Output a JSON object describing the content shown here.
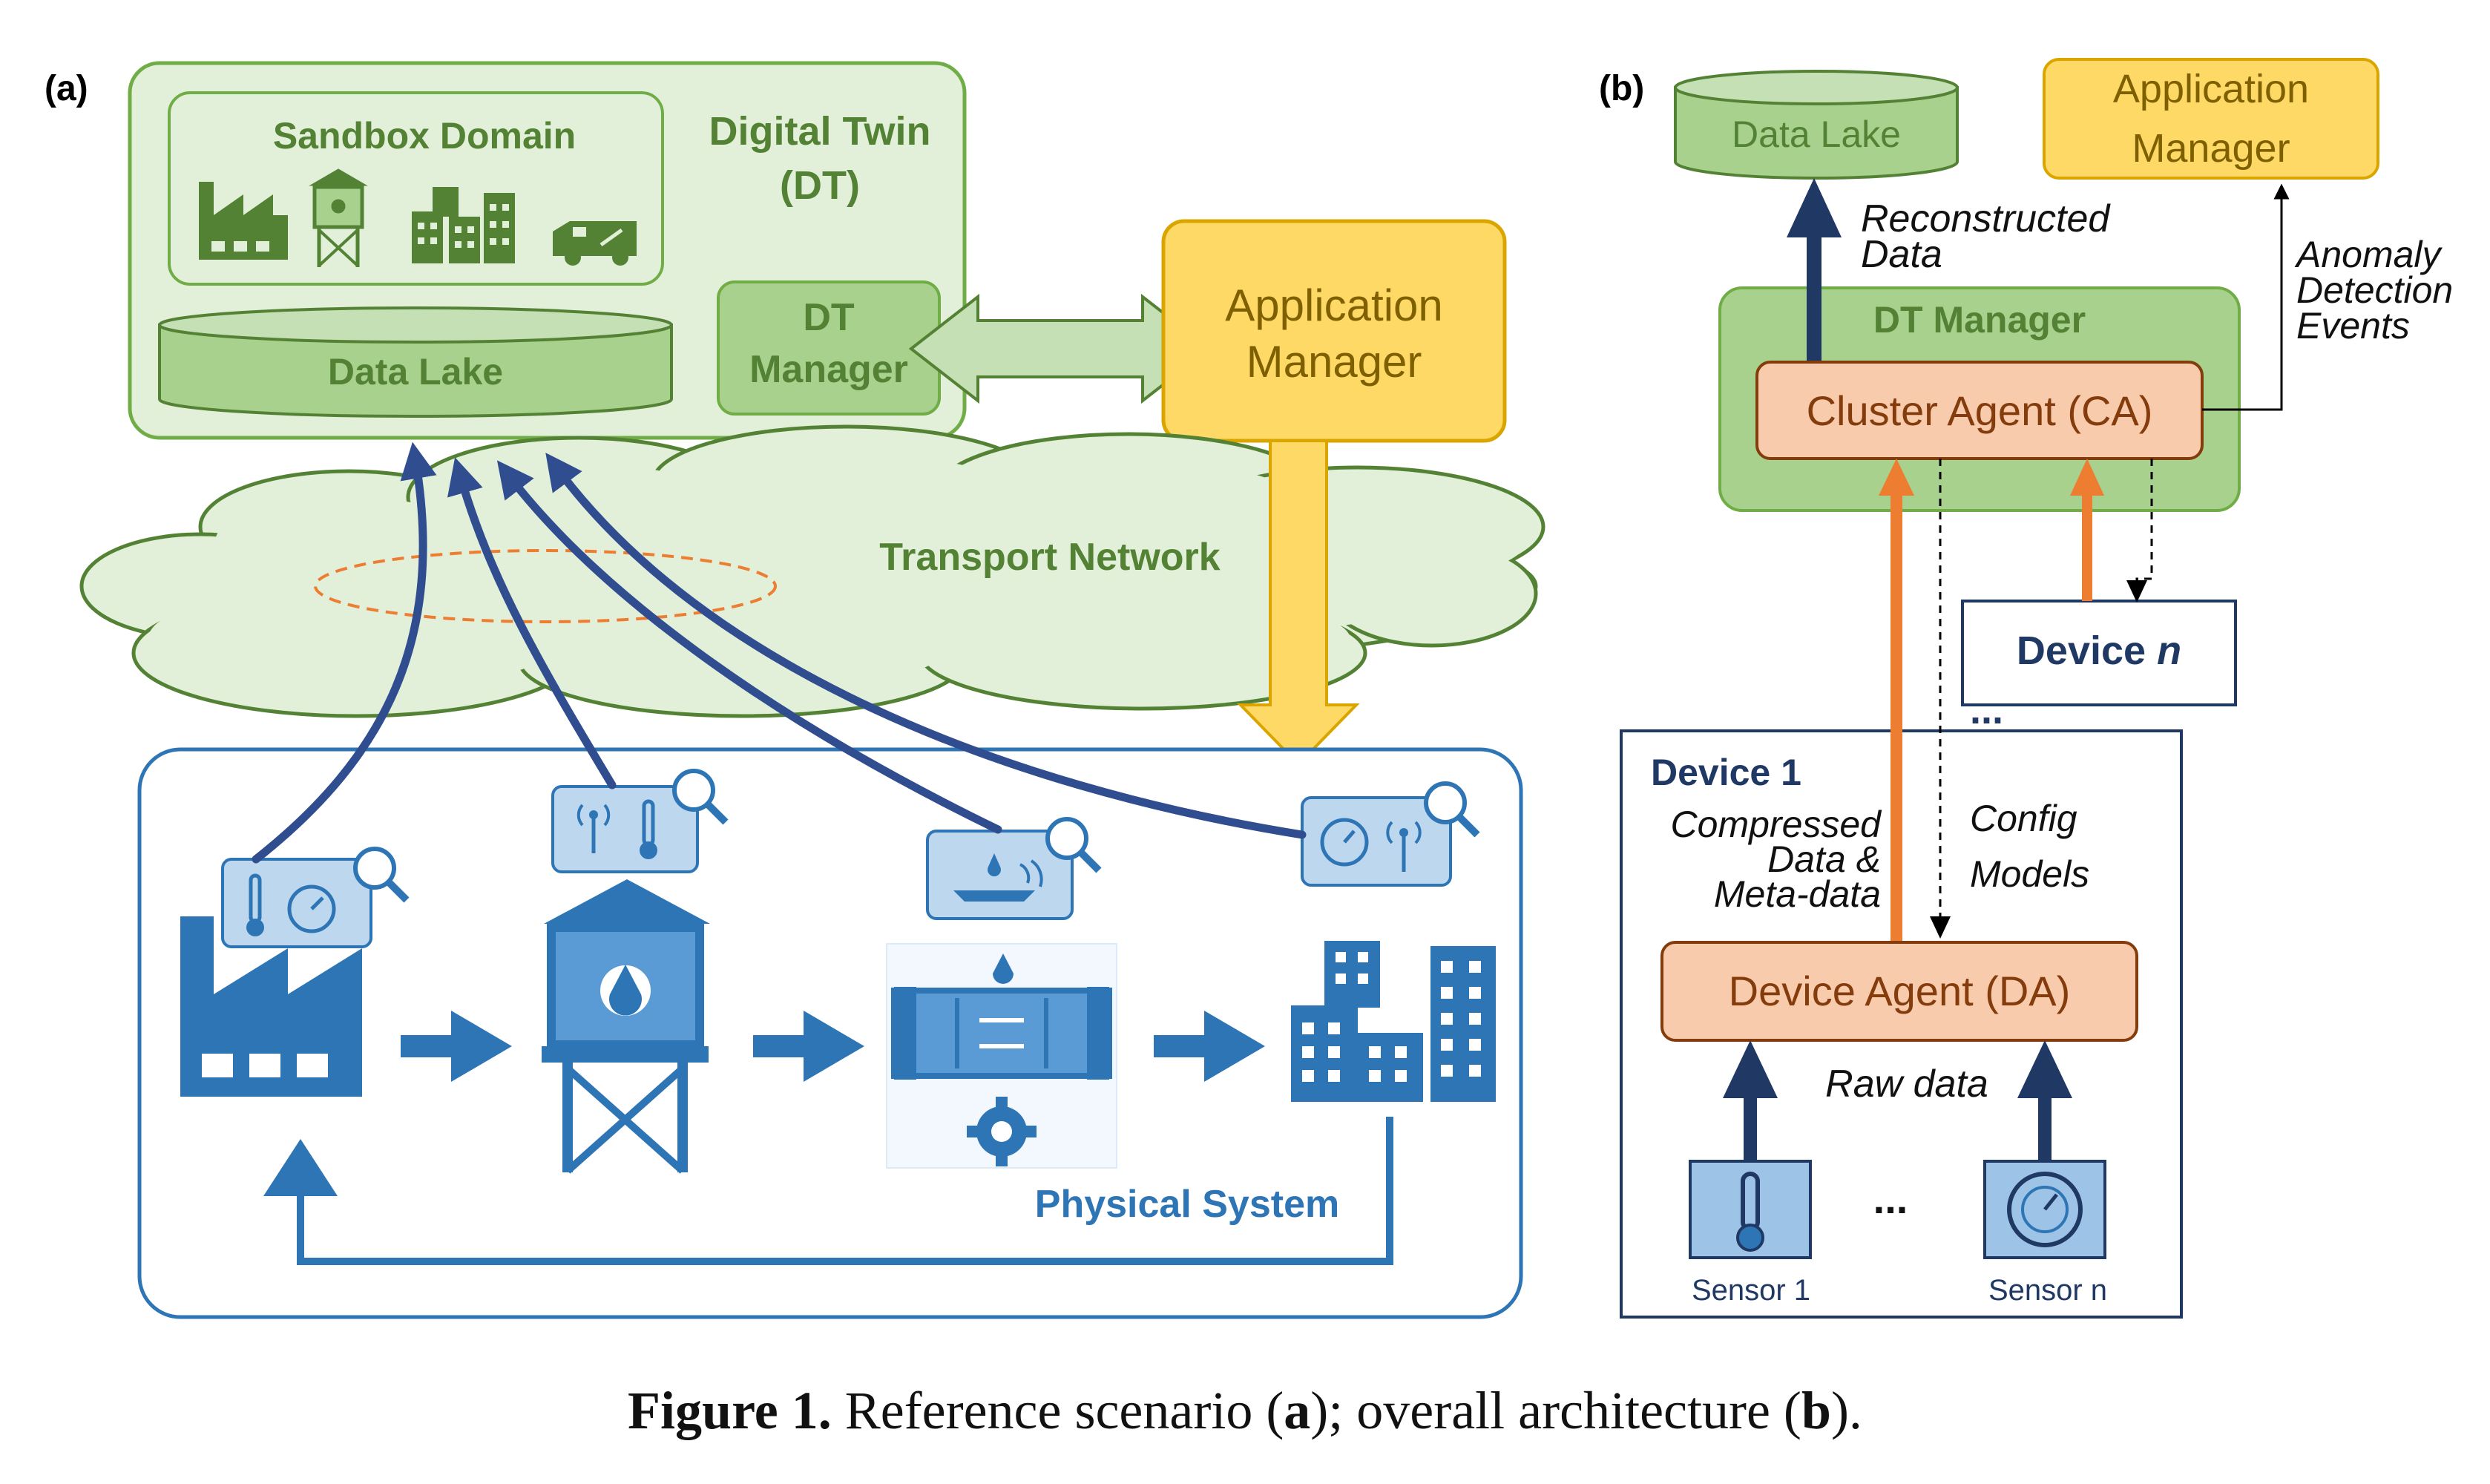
{
  "panel_a": {
    "label": "(a)",
    "sandbox": "Sandbox Domain",
    "digital_twin_line1": "Digital Twin",
    "digital_twin_line2": "(DT)",
    "data_lake": "Data Lake",
    "dt_manager_line1": "DT",
    "dt_manager_line2": "Manager",
    "app_manager_line1": "Application",
    "app_manager_line2": "Manager",
    "transport_network": "Transport Network",
    "physical_system": "Physical System"
  },
  "panel_b": {
    "label": "(b)",
    "data_lake": "Data Lake",
    "app_manager_line1": "Application",
    "app_manager_line2": "Manager",
    "reconstructed_line1": "Reconstructed",
    "reconstructed_line2": "Data",
    "anomaly_line1": "Anomaly",
    "anomaly_line2": "Detection",
    "anomaly_line3": "Events",
    "dt_manager": "DT Manager",
    "cluster_agent": "Cluster Agent (CA)",
    "device_n_prefix": "Device ",
    "device_n_italic": "n",
    "dots_top": "...",
    "device1": "Device 1",
    "compressed_line1": "Compressed",
    "compressed_line2": "Data &",
    "compressed_line3": "Meta-data",
    "config_line1": "Config",
    "config_line2": "Models",
    "device_agent": "Device Agent (DA)",
    "raw_data": "Raw data",
    "dots_sensors": "...",
    "sensor1": "Sensor 1",
    "sensorn": "Sensor n"
  },
  "caption": {
    "fig_label": "Figure 1.",
    "text_1": " Reference scenario (",
    "a": "a",
    "text_2": "); overall architecture (",
    "b": "b",
    "text_3": ")."
  },
  "colors": {
    "green_fill": "#e2efd9",
    "green_dark": "#548235",
    "green_mid": "#a9d18e",
    "yellow": "#ffd966",
    "yellow_border": "#d6a400",
    "blue_icon": "#2e75b6",
    "navy": "#1f3864",
    "orange_fill": "#f8cbad",
    "orange_arrow": "#ed7d31",
    "cloud_fill": "#e2efd9"
  }
}
